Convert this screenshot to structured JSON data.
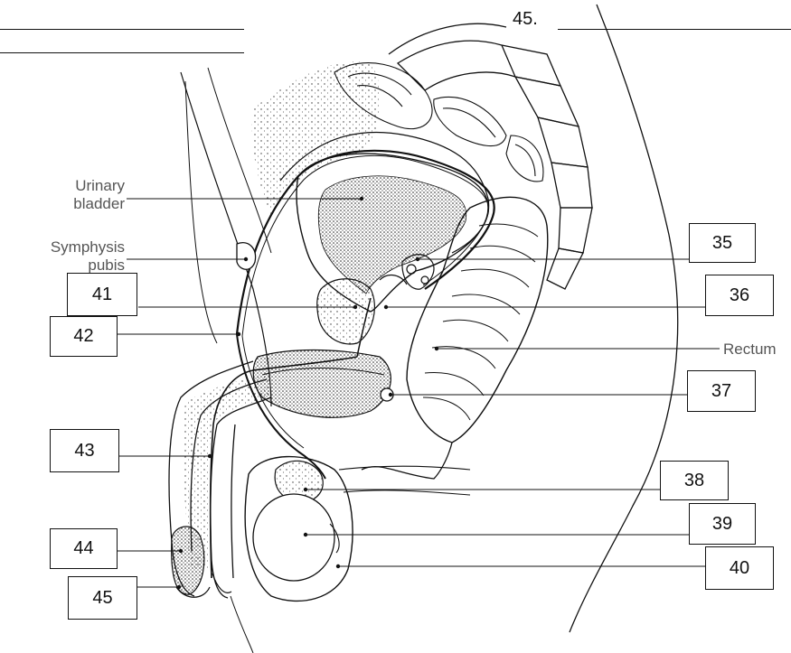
{
  "question_45_prefix": "45.",
  "labels": {
    "urinary_bladder": "Urinary\nbladder",
    "symphysis_pubis": "Symphysis\npubis",
    "rectum": "Rectum"
  },
  "boxes": {
    "b35": "35",
    "b36": "36",
    "b37": "37",
    "b38": "38",
    "b39": "39",
    "b40": "40",
    "b41": "41",
    "b42": "42",
    "b43": "43",
    "b44": "44",
    "b45": "45"
  },
  "colors": {
    "ink": "#111111",
    "label_gray": "#555555",
    "stipple": "#222222"
  }
}
